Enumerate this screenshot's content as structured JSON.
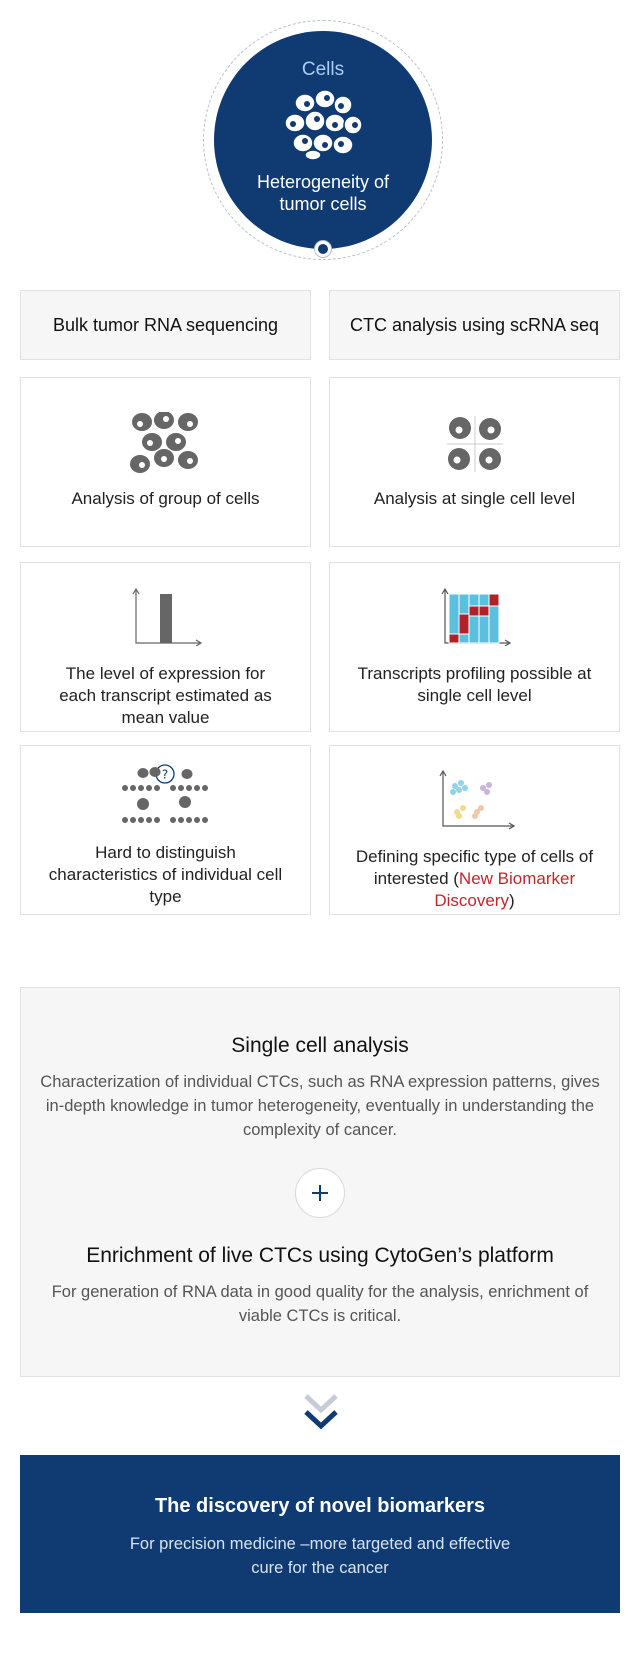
{
  "hero": {
    "caption": "Cells",
    "title": "Heterogeneity of tumor cells",
    "icon": "cell-cluster-icon"
  },
  "columns": [
    {
      "heading": "Bulk tumor RNA sequencing",
      "cards": [
        {
          "icon": "cell-group-icon",
          "text": "Analysis of group of cells"
        },
        {
          "icon": "single-bar-chart-icon",
          "text": "The level of expression for each transcript estimated as mean value"
        },
        {
          "icon": "question-cells-icon",
          "text": "Hard to distinguish characteristics of individual cell type"
        }
      ]
    },
    {
      "heading": "CTC analysis using scRNA seq",
      "cards": [
        {
          "icon": "single-cells-icon",
          "text": "Analysis at single cell level"
        },
        {
          "icon": "heatmap-chart-icon",
          "text": "Transcripts profiling possible at single cell level"
        },
        {
          "icon": "scatter-cluster-icon",
          "text_pre": "Defining specific type of cells of interested (",
          "text_highlight": "New Biomarker Discovery",
          "text_post": ")"
        }
      ]
    }
  ],
  "summary": {
    "title1": "Single cell analysis",
    "body1": "Characterization of individual CTCs, such as RNA expression patterns, gives in-depth knowledge in tumor heterogeneity, eventually in understanding the complexity of cancer.",
    "title2": "Enrichment of live CTCs using CytoGen’s platform",
    "body2": "For generation of RNA data in good quality for the analysis, enrichment of viable CTCs is critical."
  },
  "banner": {
    "title": "The discovery of novel biomarkers",
    "body": "For precision medicine –more targeted and effective cure for the cancer"
  },
  "colors": {
    "navy": "#0f3b72",
    "accent_red": "#c0272d",
    "bar_blue": "#5bc0de",
    "icon_gray": "#666666"
  }
}
